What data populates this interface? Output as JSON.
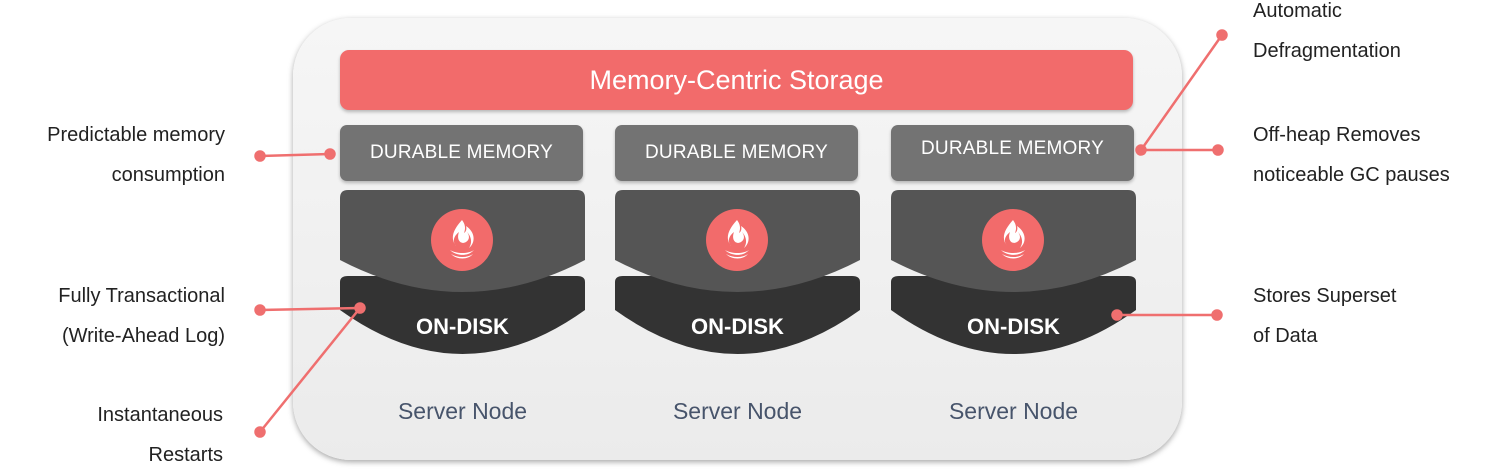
{
  "banner": {
    "label": "Memory-Centric Storage"
  },
  "nodes": [
    {
      "durable_label": "DURABLE MEMORY",
      "disk_label": "ON-DISK",
      "server_label": "Server Node"
    },
    {
      "durable_label": "DURABLE MEMORY",
      "disk_label": "ON-DISK",
      "server_label": "Server Node"
    },
    {
      "durable_label": "DURABLE MEMORY",
      "disk_label": "ON-DISK",
      "server_label": "Server Node"
    }
  ],
  "callouts": {
    "predictable": {
      "line1": "Predictable memory",
      "line2": "consumption"
    },
    "transactional": {
      "line1": "Fully Transactional",
      "line2": "(Write-Ahead Log)"
    },
    "restarts": {
      "line1": "Instantaneous",
      "line2": "Restarts"
    },
    "defrag": {
      "line1": "Automatic",
      "line2": "Defragmentation"
    },
    "offheap": {
      "line1": "Off-heap Removes",
      "line2": "noticeable GC pauses"
    },
    "superset": {
      "line1": "Stores Superset",
      "line2": "of Data"
    }
  },
  "colors": {
    "accent": "#f26b6b",
    "durable": "#737373",
    "memory_tier": "#555555",
    "disk_tier": "#333333",
    "server_text": "#47546b",
    "connector": "#ef6f6f"
  },
  "icons": {
    "node_logo": "flame-logo-icon"
  }
}
